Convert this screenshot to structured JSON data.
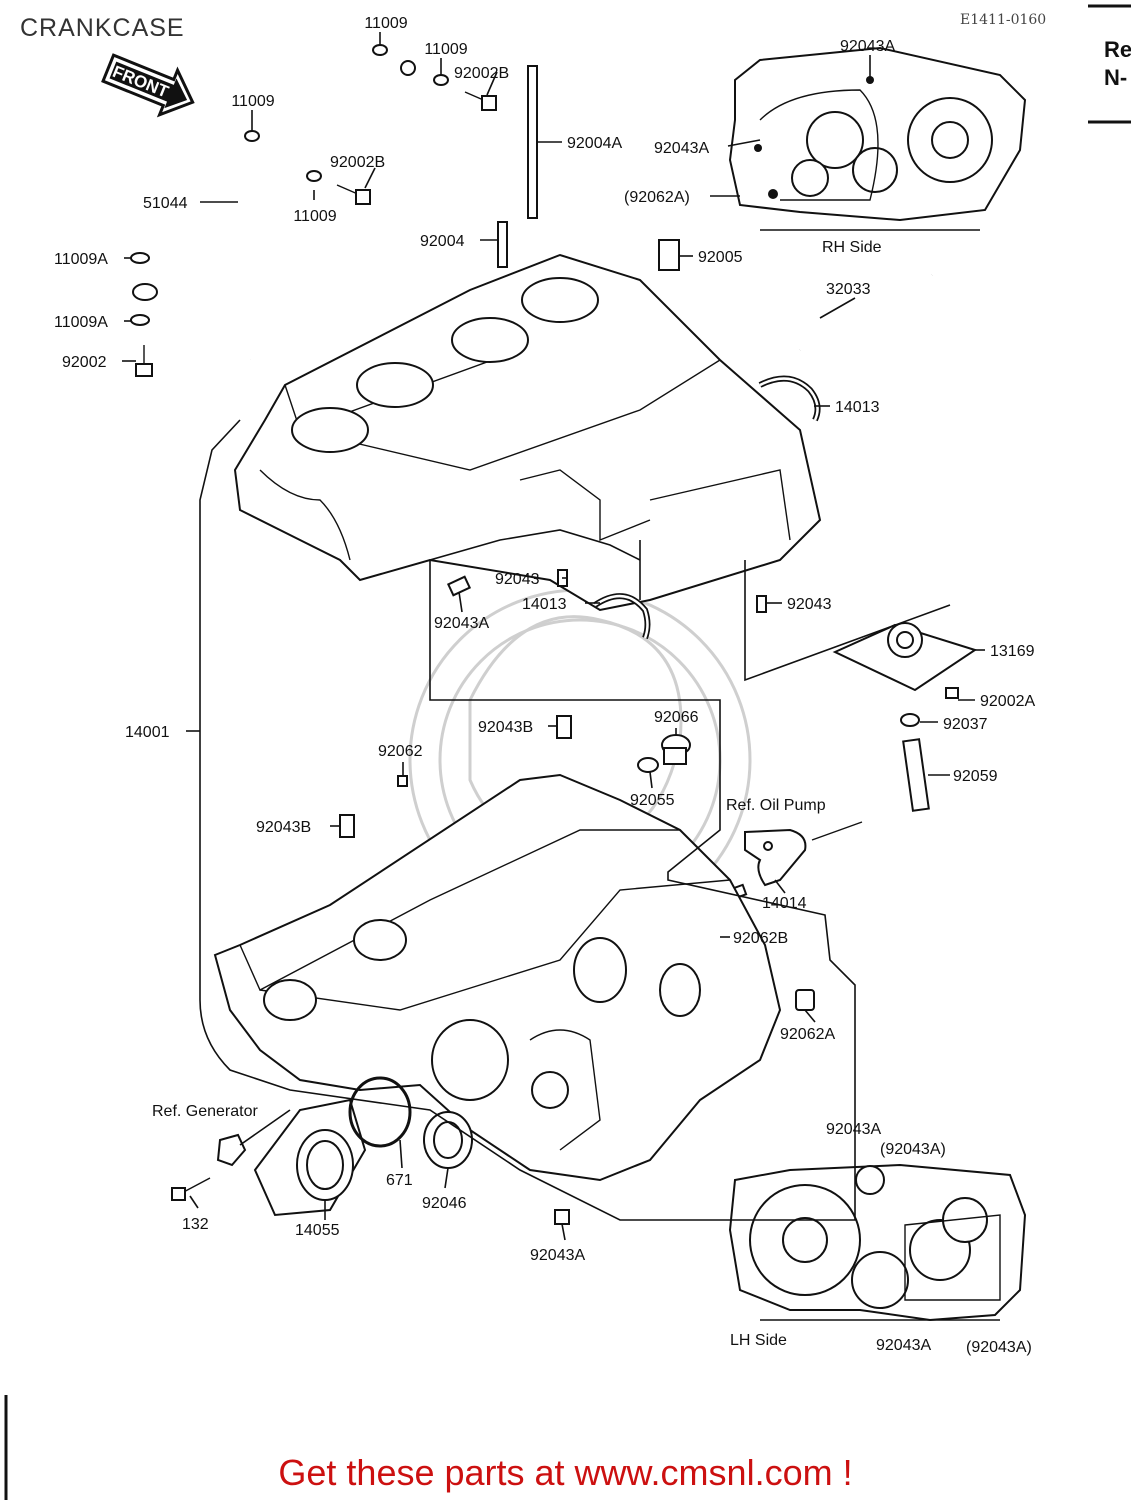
{
  "page": {
    "title": "CRANKCASE",
    "code": "E1411-0160",
    "corner_lines": [
      "Re",
      "N-"
    ],
    "footer": "Get these parts at www.cmsnl.com !"
  },
  "diagram": {
    "front_arrow": "FRONT",
    "views": {
      "rh_side": "RH Side",
      "lh_side": "LH Side"
    },
    "references": {
      "oil_pump": "Ref. Oil Pump",
      "generator": "Ref. Generator"
    },
    "callouts": [
      "11009",
      "11009",
      "11009",
      "11009",
      "92002B",
      "92002B",
      "92004A",
      "92004",
      "92005",
      "51044",
      "11009A",
      "11009A",
      "92002",
      "32033",
      "14013",
      "14013",
      "92043",
      "92043",
      "92043A",
      "13169",
      "92002A",
      "92037",
      "92059",
      "92043B",
      "92043B",
      "92066",
      "92062",
      "92055",
      "14014",
      "92062B",
      "92062A",
      "14001",
      "132",
      "14055",
      "671",
      "92046",
      "92043A",
      "92043A",
      "(92043A)",
      "92043A",
      "(92043A)",
      "92043A",
      "92043A",
      "(92062A)"
    ]
  },
  "colors": {
    "line_art": "#111111",
    "footer_text": "#cc1010",
    "watermark": "#cfcfcf"
  }
}
